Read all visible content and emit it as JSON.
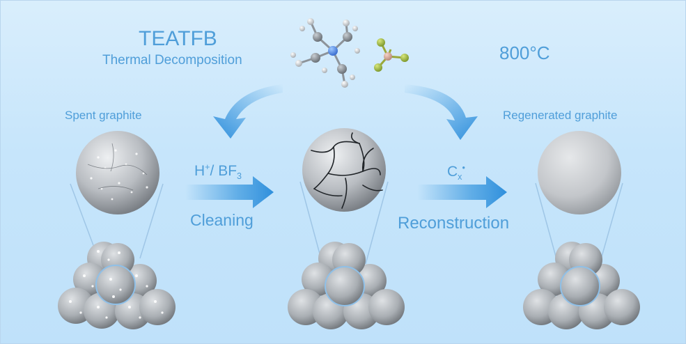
{
  "header": {
    "reagent": "TEATFB",
    "process": "Thermal Decomposition",
    "temperature": "800°C"
  },
  "labels": {
    "spent": "Spent graphite",
    "regenerated": "Regenerated graphite"
  },
  "steps": [
    {
      "formula_main": "H",
      "formula_sup": "+",
      "formula_rest": "/ BF",
      "formula_sub": "3",
      "name": "Cleaning"
    },
    {
      "formula_main": "C",
      "formula_sub": "x",
      "formula_sup": "•",
      "name": "Reconstruction"
    }
  ],
  "colors": {
    "text_blue": "#4f9ed9",
    "arrow_blue": "#3f9be0",
    "background": "#c6e5fb",
    "sphere_grey": "#bfc3c8"
  }
}
